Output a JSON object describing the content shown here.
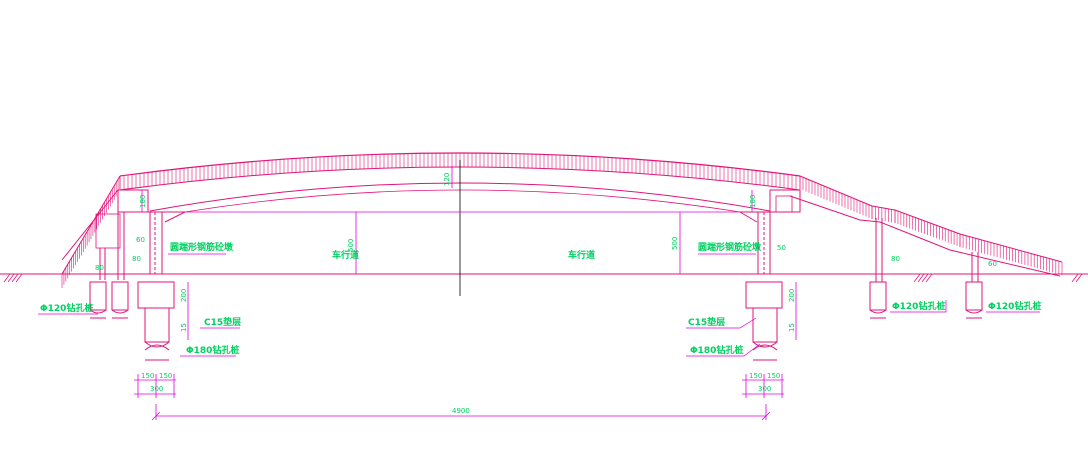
{
  "colors": {
    "structure": "#e0157a",
    "hatch": "#e0157a",
    "text": "#00d060",
    "background": "#ffffff",
    "centerline": "#000000",
    "ground": "#e0157a",
    "dimension": "#e000e0"
  },
  "labels": {
    "pile_left_outer": "Φ120钻孔桩",
    "pile_left_main": "Φ180钻孔桩",
    "cushion_left": "C15垫层",
    "pile_right_main": "Φ180钻孔桩",
    "cushion_right": "C15垫层",
    "pile_right_a": "Φ120钻孔桩",
    "pile_right_b": "Φ120钻孔桩",
    "column_left": "圆端形钢筋砼墩",
    "column_right": "圆端形钢筋砼墩",
    "lane_left": "车行道",
    "lane_right": "车行道"
  },
  "dimensions": {
    "span": "4900",
    "crown": "120",
    "deck_left": "180",
    "deck_right": "180",
    "clear_left": "500",
    "clear_right": "500",
    "pier_left": "60",
    "pier_left_b": "80",
    "pier_left_c": "80",
    "pier_right": "50",
    "pier_right_b": "80",
    "pier_right_c": "60",
    "cap_left_h": "200",
    "cap_left_t": "15",
    "cap_right_h": "200",
    "cap_right_t": "15",
    "base_left_a": "150",
    "base_left_b": "150",
    "base_left_total": "300",
    "base_right_a": "150",
    "base_right_b": "150",
    "base_right_total": "300"
  }
}
